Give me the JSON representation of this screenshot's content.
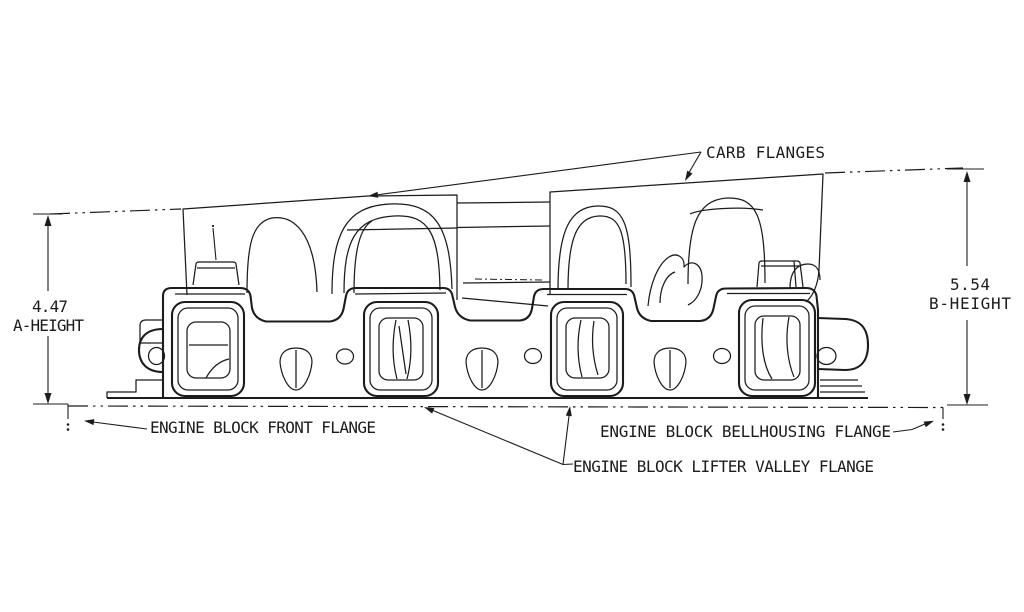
{
  "drawing": {
    "type": "engine-intake-manifold-side-view",
    "callouts": {
      "carb_flanges": "CARB FLANGES",
      "engine_block_front_flange": "ENGINE BLOCK FRONT FLANGE",
      "engine_block_bellhousing_flange": "ENGINE BLOCK BELLHOUSING FLANGE",
      "engine_block_lifter_valley_flange": "ENGINE BLOCK LIFTER VALLEY FLANGE"
    },
    "dimensions": {
      "a": {
        "value": "4.47",
        "name": "A-HEIGHT"
      },
      "b": {
        "value": "5.54",
        "name": "B-HEIGHT"
      }
    },
    "colors": {
      "ink": "#1c1c1c",
      "paper": "#ffffff"
    }
  }
}
